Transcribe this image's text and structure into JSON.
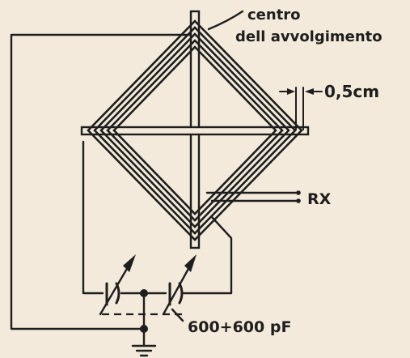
{
  "labels": {
    "center_line1": "centro",
    "center_line2": "dell avvolgimento",
    "spacing": "0,5cm",
    "rx": "RX",
    "capacitance": "600+600 pF"
  }
}
